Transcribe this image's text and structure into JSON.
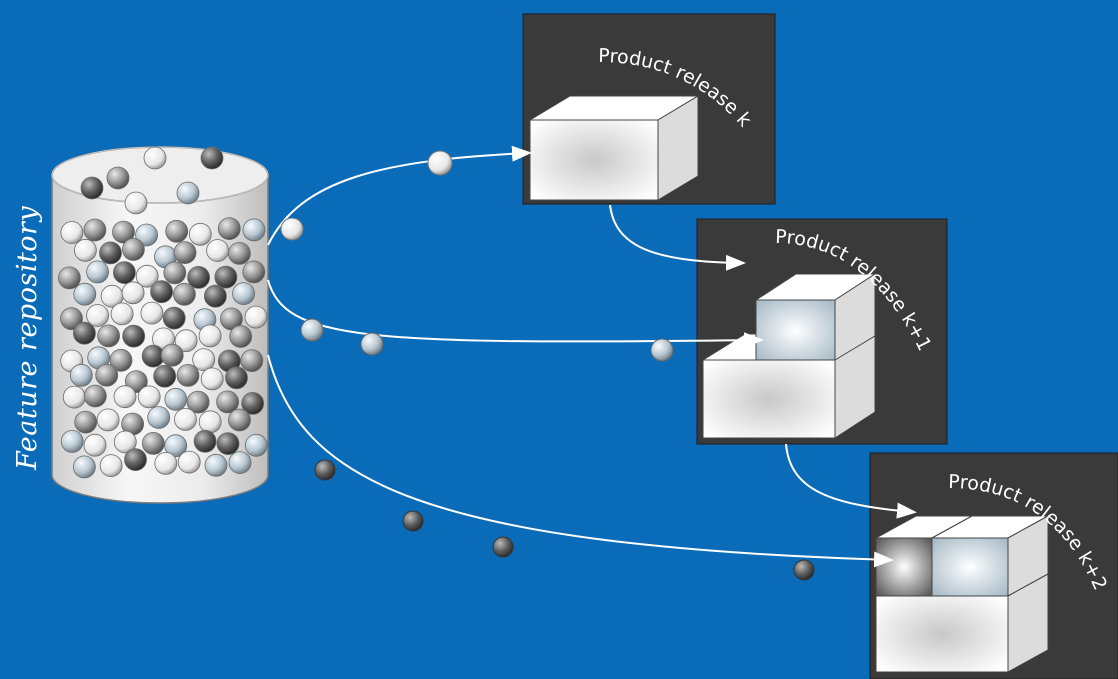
{
  "diagram": {
    "repository_label": "Feature repository",
    "releases": [
      {
        "label": "Product release k"
      },
      {
        "label": "Product release k+1"
      },
      {
        "label": "Product release k+2"
      }
    ],
    "colors": {
      "background": "#0a6bb9",
      "panel": "#3a3a3a",
      "flow_line": "#ffffff",
      "ball_white": "#f4f4f4",
      "ball_light": "#c9d6de",
      "ball_dark": "#555555"
    }
  }
}
